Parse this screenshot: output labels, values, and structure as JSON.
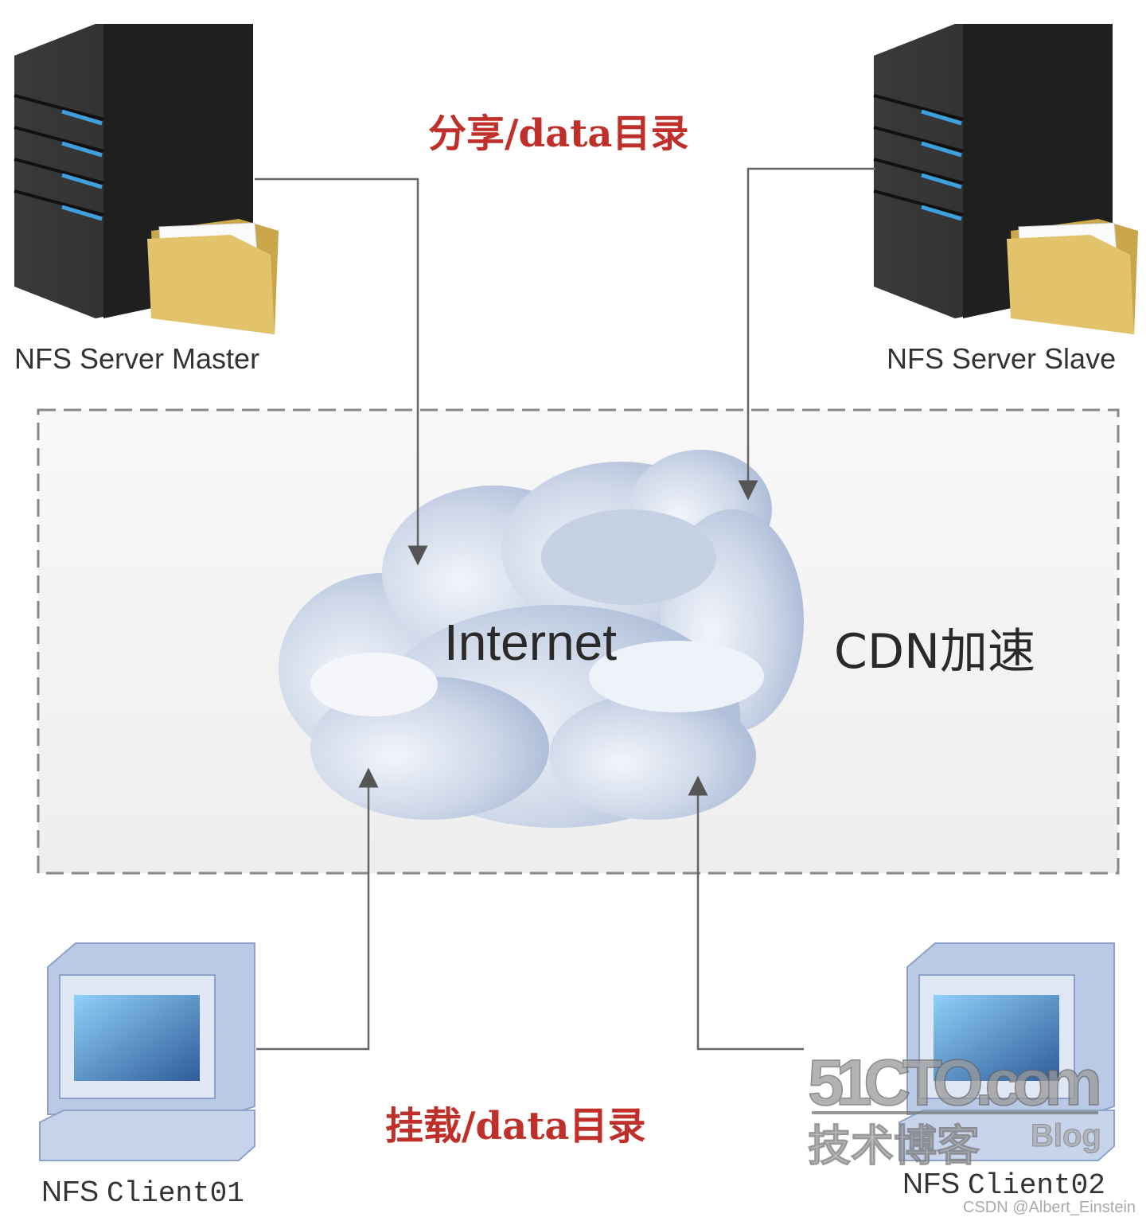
{
  "diagram": {
    "top_label": "分享/data目录",
    "bottom_label": "挂载/data目录",
    "cloud_label": "Internet",
    "zone_label": "CDN加速",
    "nodes": {
      "master": "NFS Server Master",
      "slave": "NFS Server Slave",
      "client01_prefix": "NFS ",
      "client01_name": "Client01",
      "client02_prefix": "NFS ",
      "client02_name": "Client02"
    },
    "colors": {
      "label_red": "#c0302a",
      "server": "#2e2e2e",
      "led": "#3fa0e0",
      "folder": "#e2c26a",
      "cloud": "#c3cfe3",
      "monitor": "#b9c9e6"
    },
    "watermarks": {
      "logo": "51CTO.com 技术博客 Blog",
      "credit": "CSDN @Albert_Einstein"
    }
  }
}
